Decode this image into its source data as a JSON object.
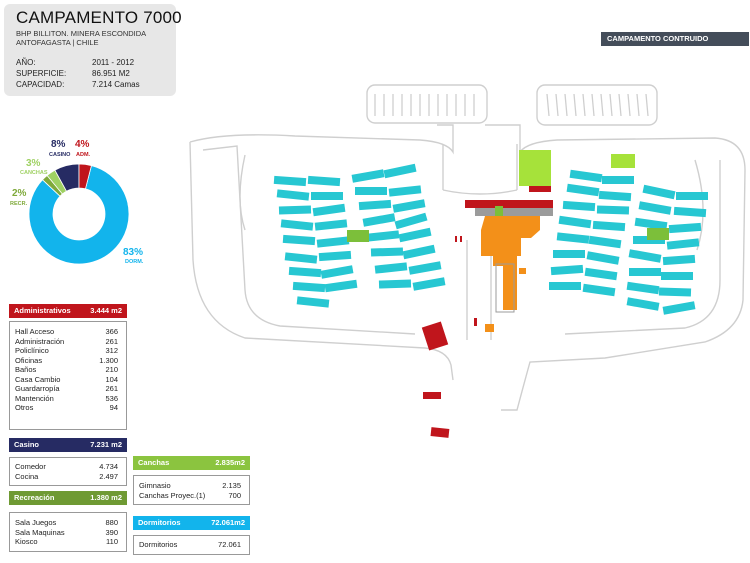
{
  "header": {
    "title": "CAMPAMENTO 7000",
    "subtitle_line1": "BHP BILLITON. MINERA ESCONDIDA",
    "subtitle_line2": "ANTOFAGASTA | CHILE",
    "stats": [
      {
        "label": "AÑO:",
        "value": "2011  - 2012"
      },
      {
        "label": "SUPERFICIE:",
        "value": "86.951  M2"
      },
      {
        "label": "CAPACIDAD:",
        "value": "7.214  Camas"
      }
    ]
  },
  "banner": {
    "label": "CAMPAMENTO CONTRUIDO"
  },
  "chart_data": {
    "type": "pie",
    "donut": true,
    "slices": [
      {
        "label": "DORM.",
        "percent_text": "83%",
        "value": 83,
        "color": "#12b4ec"
      },
      {
        "label": "RECR.",
        "percent_text": "2%",
        "value": 2,
        "color": "#7fa93a"
      },
      {
        "label": "CANCHAS",
        "percent_text": "3%",
        "value": 3,
        "color": "#9fd163"
      },
      {
        "label": "CASINO",
        "percent_text": "8%",
        "value": 8,
        "color": "#262b63"
      },
      {
        "label": "ADM.",
        "percent_text": "4%",
        "value": 4,
        "color": "#c0151c"
      }
    ]
  },
  "tables": {
    "administrativos": {
      "title": "Administrativos",
      "total": "3.444 m2",
      "color": "#c0151c",
      "rows": [
        {
          "k": "Hall Acceso",
          "v": "366"
        },
        {
          "k": "Administración",
          "v": "261"
        },
        {
          "k": "Policlínico",
          "v": "312"
        },
        {
          "k": "Oficinas",
          "v": "1.300"
        },
        {
          "k": "Baños",
          "v": "210"
        },
        {
          "k": "Casa Cambio",
          "v": "104"
        },
        {
          "k": "Guardarropía",
          "v": "261"
        },
        {
          "k": "Mantención",
          "v": "536"
        },
        {
          "k": "Otros",
          "v": "94"
        }
      ]
    },
    "casino": {
      "title": "Casino",
      "total": "7.231 m2",
      "color": "#262b63",
      "rows": [
        {
          "k": "Comedor",
          "v": "4.734"
        },
        {
          "k": "Cocina",
          "v": "2.497"
        }
      ]
    },
    "recreacion": {
      "title": "Recreación",
      "total": "1.380  m2",
      "color": "#6f9a33",
      "rows": [
        {
          "k": "Sala Juegos",
          "v": "880"
        },
        {
          "k": "Sala Maquinas",
          "v": "390"
        },
        {
          "k": "Kiosco",
          "v": "110"
        }
      ]
    },
    "canchas": {
      "title": "Canchas",
      "total": "2.835m2",
      "color": "#8bc43f",
      "rows": [
        {
          "k": "Gimnasio",
          "v": "2.135"
        },
        {
          "k": "Canchas Proyec.(1)",
          "v": "700"
        }
      ]
    },
    "dormitorios": {
      "title": "Dormitorios",
      "total": "72.061m2",
      "color": "#12b4ec",
      "rows": [
        {
          "k": "Dormitorios",
          "v": "72.061"
        }
      ]
    }
  },
  "plan_colors": {
    "dorm": "#27c7d2",
    "admin": "#c0151c",
    "casino": "#f39019",
    "canchas": "#a6e23a",
    "outline": "#cfcfcf"
  }
}
